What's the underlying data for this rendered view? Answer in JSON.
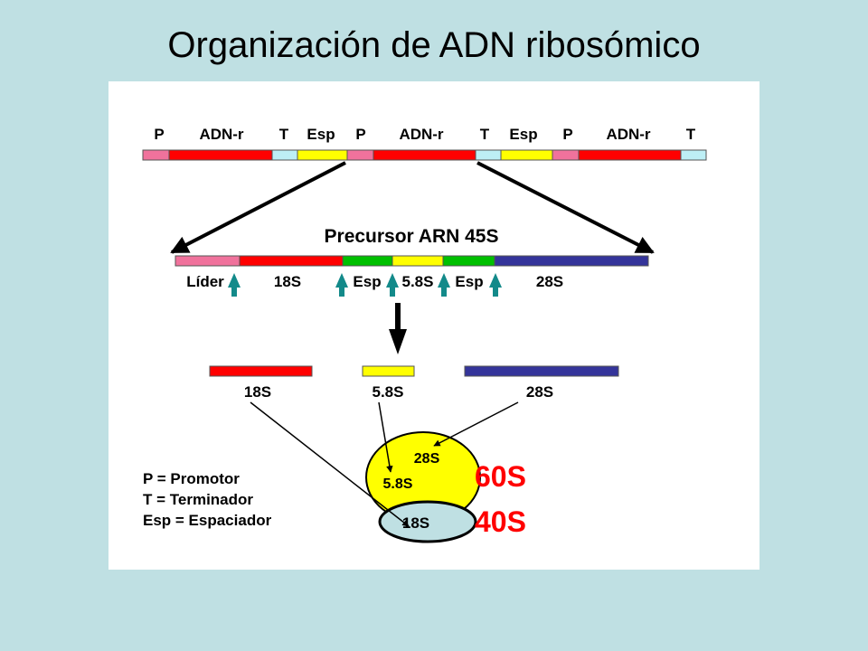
{
  "title": "Organización de ADN ribosómico",
  "gene_row": {
    "labels": [
      "P",
      "ADN-r",
      "T",
      "Esp",
      "P",
      "ADN-r",
      "T",
      "Esp",
      "P",
      "ADN-r",
      "T"
    ]
  },
  "precursor": {
    "title": "Precursor ARN 45S",
    "labels": [
      "Líder",
      "18S",
      "Esp",
      "5.8S",
      "Esp",
      "28S"
    ]
  },
  "products": {
    "labels": [
      "18S",
      "5.8S",
      "28S"
    ]
  },
  "ribosome": {
    "large_inner": [
      "28S",
      "5.8S"
    ],
    "small_inner": "18S",
    "large_label": "60S",
    "small_label": "40S"
  },
  "legend": {
    "lines": [
      "P = Promotor",
      "T = Terminador",
      "Esp = Espaciador"
    ]
  },
  "colors": {
    "promoter": "#f0729c",
    "rDNA": "#ff0000",
    "terminator": "#bdeff5",
    "spacer": "#ffff00",
    "spacer_precursor": "#00c000",
    "rna28S": "#34349a",
    "cleavage_arrow": "#138a8a",
    "subunit_label": "#ff0000",
    "small_subunit_fill": "#bfe0e3"
  },
  "icons": {
    "cleavage": "arrow-up-icon",
    "processing": "arrow-down-icon"
  }
}
